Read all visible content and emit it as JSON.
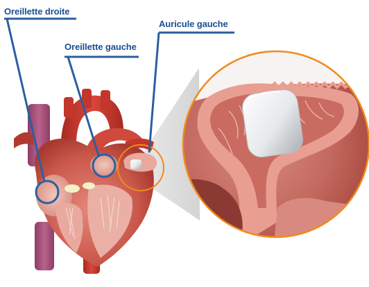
{
  "labels": {
    "right_atrium": "Oreillette droite",
    "left_atrium": "Oreillette gauche",
    "left_atrial_appendage": "Auricule gauche"
  },
  "colors": {
    "label_text": "#1c4f8f",
    "leader_line": "#2b5f9e",
    "callout_ring": "#f08a1c",
    "heart_muscle": "#c9574a",
    "heart_inner": "#e7a59a",
    "vessel_red": "#c4352b",
    "vessel_purple": "#a7507a",
    "device": "#e9ecef",
    "zoom_beam": "#d9d9d9"
  },
  "icons": {
    "heart": "heart-cross-section-illustration",
    "device": "occluder-implant-illustration"
  }
}
